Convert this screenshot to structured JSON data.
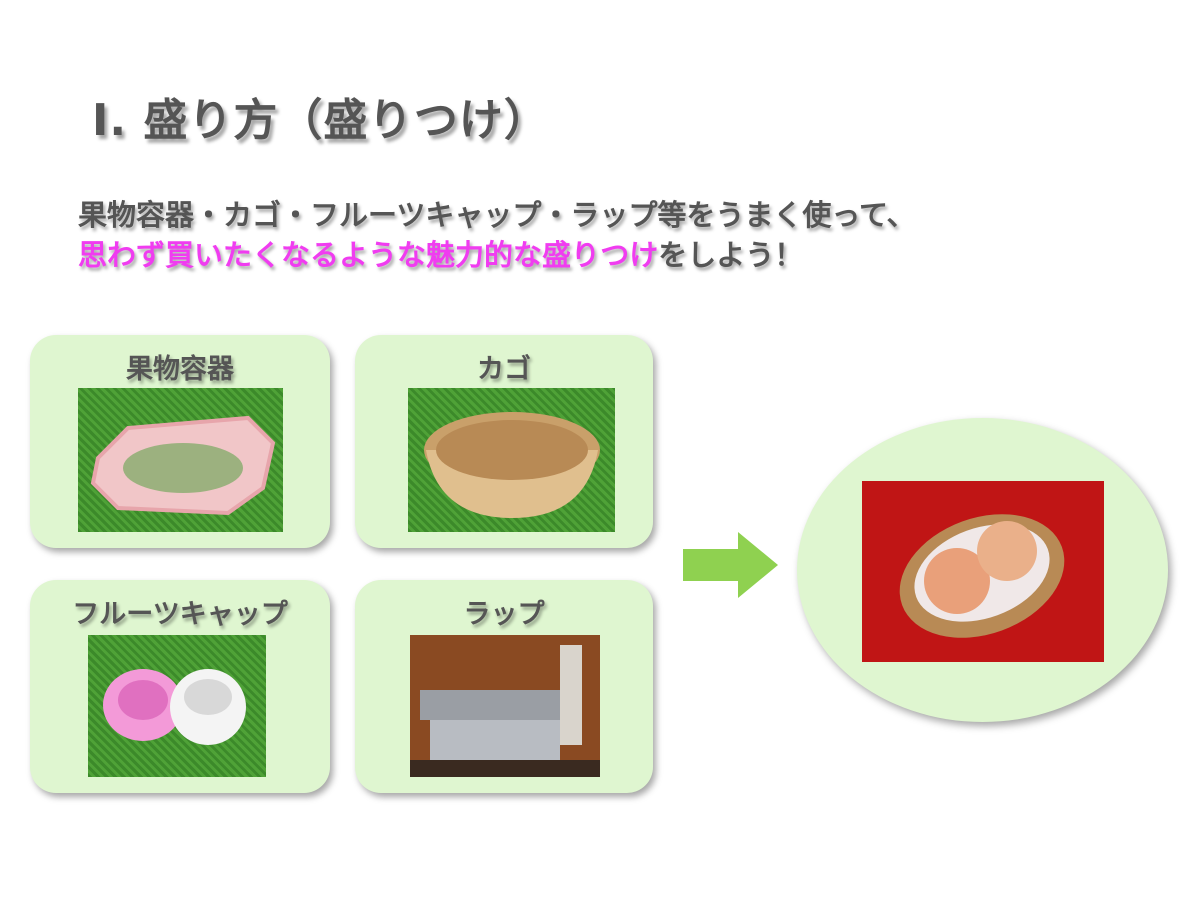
{
  "title": "Ⅰ. 盛り方（盛りつけ）",
  "subtitle": {
    "line1": "果物容器・カゴ・フルーツキャップ・ラップ等をうまく使って、",
    "line2_highlight": "思わず買いたくなるような魅力的な盛りつけ",
    "line2_rest": "をしよう！"
  },
  "cards": [
    {
      "label": "果物容器"
    },
    {
      "label": "カゴ"
    },
    {
      "label": "フルーツキャップ"
    },
    {
      "label": "ラップ"
    }
  ],
  "colors": {
    "text": "#555555",
    "highlight": "#f03cf0",
    "card_bg": "#dff6d0",
    "arrow": "#8fd150"
  }
}
